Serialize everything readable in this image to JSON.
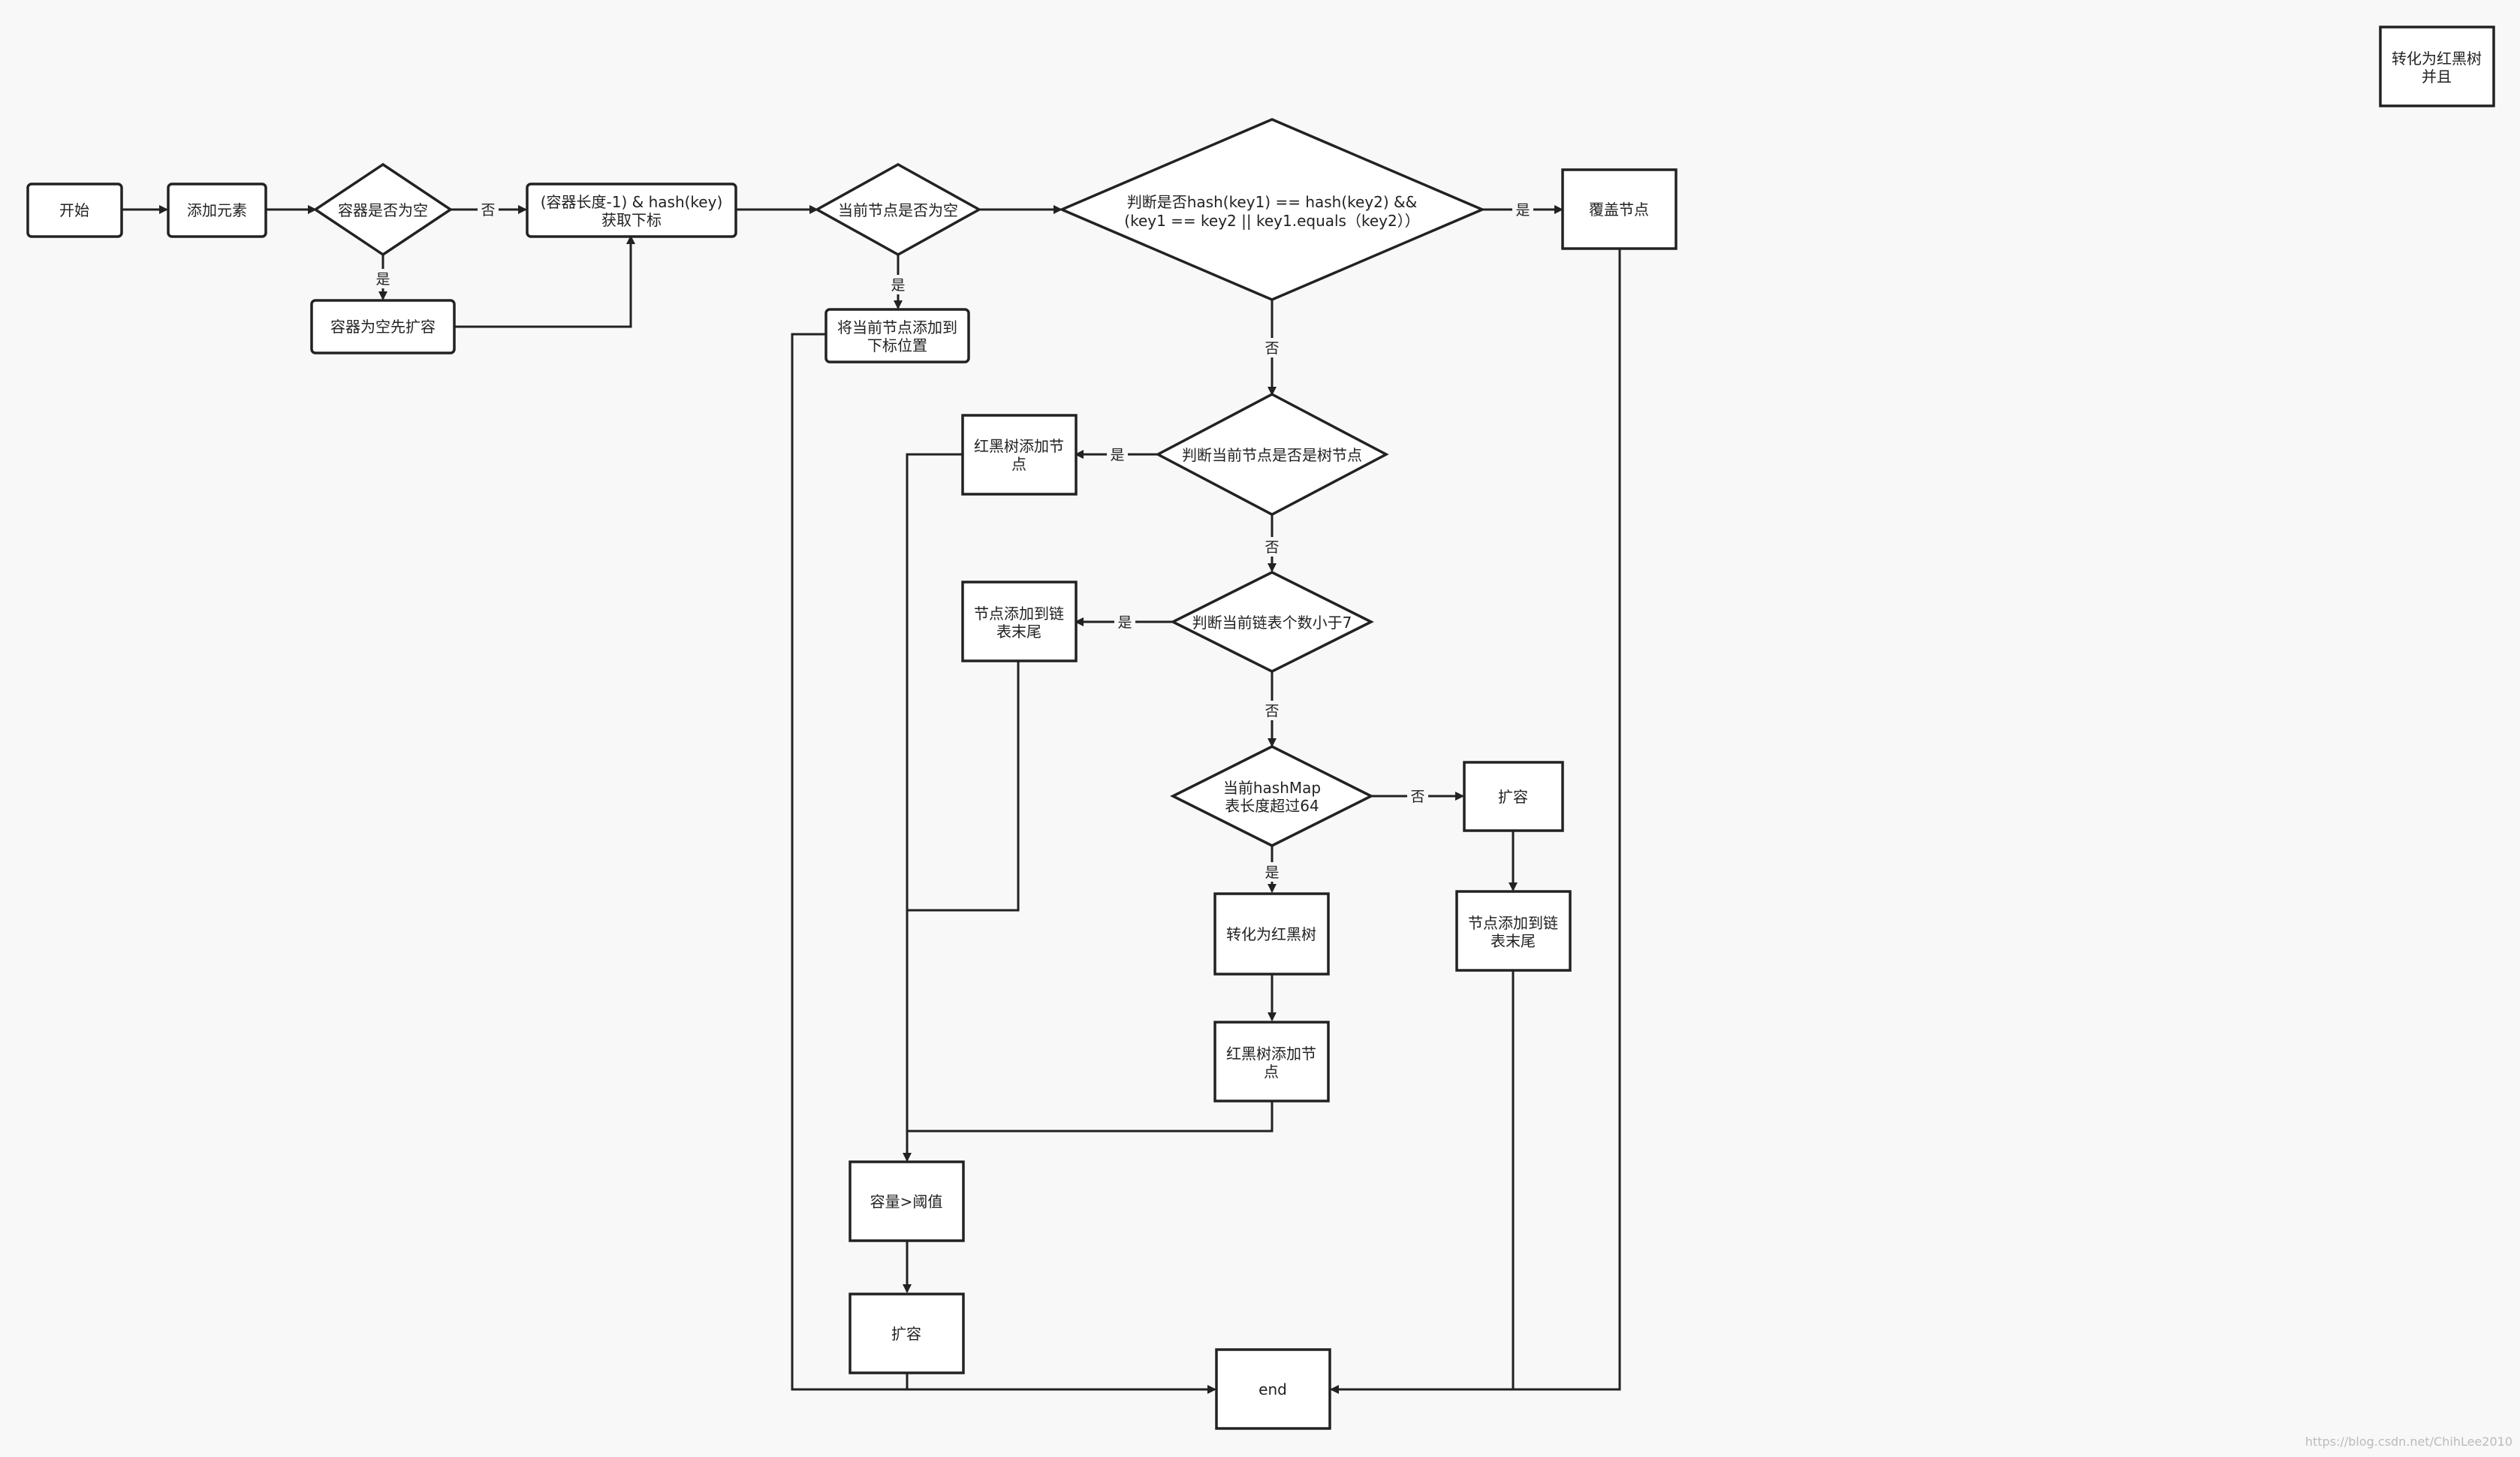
{
  "nodes": {
    "start": "开始",
    "add_element": "添加元素",
    "is_container_empty": "容器是否为空",
    "expand_when_empty": "容器为空先扩容",
    "get_index": [
      "(容器长度-1) & hash(key)",
      "获取下标"
    ],
    "is_current_node_empty": "当前节点是否为空",
    "add_to_index": [
      "将当前节点添加到",
      "下标位置"
    ],
    "hash_equals_check": [
      "判断是否hash(key1) == hash(key2) &&",
      "(key1 == key2 || key1.equals（key2））"
    ],
    "overwrite_node": "覆盖节点",
    "is_tree_node": "判断当前节点是否是树节点",
    "rbtree_add_top": [
      "红黑树添加节",
      "点"
    ],
    "is_list_size_lt_7": "判断当前链表个数小于7",
    "append_to_list_tail_left": [
      "节点添加到链",
      "表末尾"
    ],
    "is_table_length_over_64": [
      "当前hashMap",
      "表长度超过64"
    ],
    "resize_right": "扩容",
    "append_to_list_tail_right": [
      "节点添加到链",
      "表末尾"
    ],
    "convert_to_rbtree": "转化为红黑树",
    "rbtree_add_bottom": [
      "红黑树添加节",
      "点"
    ],
    "capacity_gt_threshold": "容量>阈值",
    "resize_bottom": "扩容",
    "end": "end",
    "note_top_right": [
      "转化为红黑树",
      "并且"
    ]
  },
  "edge_labels": {
    "yes": "是",
    "no": "否"
  },
  "watermark": "https://blog.csdn.net/ChihLee2010"
}
